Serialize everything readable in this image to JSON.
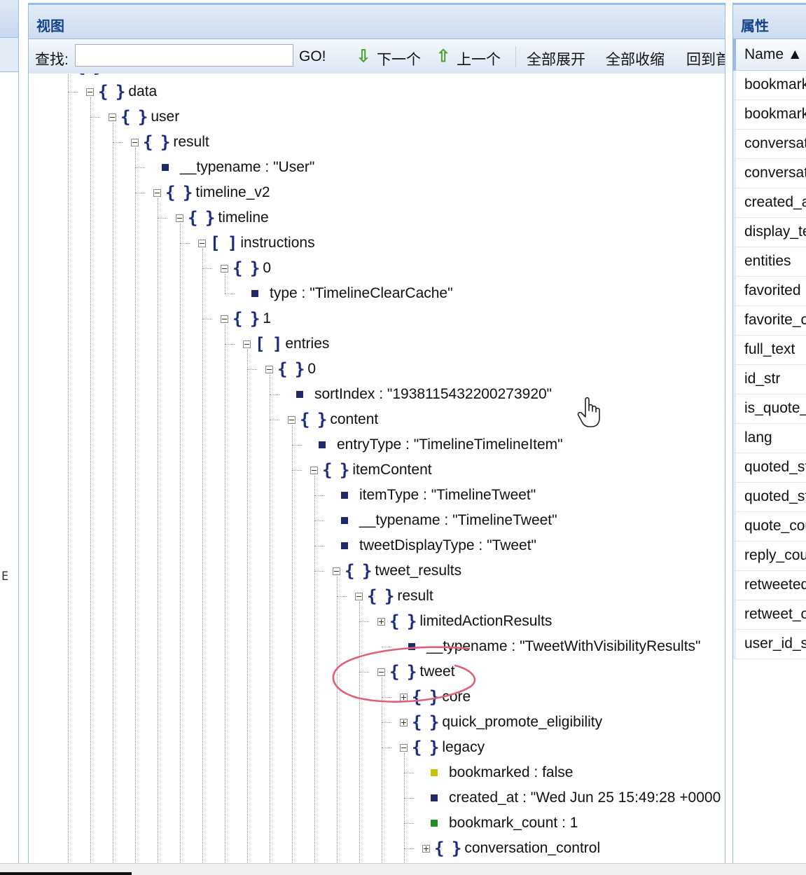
{
  "view_panel": {
    "title": "视图",
    "toolbar": {
      "find_label": "查找:",
      "find_value": "",
      "go_button": "GO!",
      "next_button": "下一个",
      "prev_button": "上一个",
      "expand_all": "全部展开",
      "collapse_all": "全部收缩",
      "back_to_top": "回到首"
    },
    "tree": [
      {
        "label": "data",
        "kind": "object",
        "state": "expanded",
        "level": 0,
        "partial": true
      },
      {
        "label": "data",
        "kind": "object",
        "state": "expanded",
        "level": 1
      },
      {
        "label": "user",
        "kind": "object",
        "state": "expanded",
        "level": 2
      },
      {
        "label": "result",
        "kind": "object",
        "state": "expanded",
        "level": 3
      },
      {
        "label": "__typename : \"User\"",
        "kind": "leaf",
        "level": 4
      },
      {
        "label": "timeline_v2",
        "kind": "object",
        "state": "expanded",
        "level": 4
      },
      {
        "label": "timeline",
        "kind": "object",
        "state": "expanded",
        "level": 5
      },
      {
        "label": "instructions",
        "kind": "array",
        "state": "expanded",
        "level": 6
      },
      {
        "label": "0",
        "kind": "object",
        "state": "expanded",
        "level": 7
      },
      {
        "label": "type : \"TimelineClearCache\"",
        "kind": "leaf",
        "level": 8
      },
      {
        "label": "1",
        "kind": "object",
        "state": "expanded",
        "level": 7
      },
      {
        "label": "entries",
        "kind": "array",
        "state": "expanded",
        "level": 8
      },
      {
        "label": "0",
        "kind": "object",
        "state": "expanded",
        "level": 9
      },
      {
        "label": "sortIndex : \"1938115432200273920\"",
        "kind": "leaf",
        "level": 10
      },
      {
        "label": "content",
        "kind": "object",
        "state": "expanded",
        "level": 10
      },
      {
        "label": "entryType : \"TimelineTimelineItem\"",
        "kind": "leaf",
        "level": 11
      },
      {
        "label": "itemContent",
        "kind": "object",
        "state": "expanded",
        "level": 11
      },
      {
        "label": "itemType : \"TimelineTweet\"",
        "kind": "leaf",
        "level": 12
      },
      {
        "label": "__typename : \"TimelineTweet\"",
        "kind": "leaf",
        "level": 12
      },
      {
        "label": "tweetDisplayType : \"Tweet\"",
        "kind": "leaf",
        "level": 12
      },
      {
        "label": "tweet_results",
        "kind": "object",
        "state": "expanded",
        "level": 12
      },
      {
        "label": "result",
        "kind": "object",
        "state": "expanded",
        "level": 13
      },
      {
        "label": "limitedActionResults",
        "kind": "object",
        "state": "collapsed",
        "level": 14
      },
      {
        "label": "__typename : \"TweetWithVisibilityResults\"",
        "kind": "leaf",
        "level": 15
      },
      {
        "label": "tweet",
        "kind": "object",
        "state": "expanded",
        "level": 14,
        "highlighted": true
      },
      {
        "label": "core",
        "kind": "object",
        "state": "collapsed",
        "level": 15
      },
      {
        "label": "quick_promote_eligibility",
        "kind": "object",
        "state": "collapsed",
        "level": 15
      },
      {
        "label": "legacy",
        "kind": "object",
        "state": "expanded",
        "level": 15
      },
      {
        "label": "bookmarked : false",
        "kind": "leaf",
        "color": "yellow",
        "level": 16
      },
      {
        "label": "created_at : \"Wed Jun 25 15:49:28 +0000",
        "kind": "leaf",
        "level": 16
      },
      {
        "label": "bookmark_count : 1",
        "kind": "leaf",
        "color": "green",
        "level": 16
      },
      {
        "label": "conversation_control",
        "kind": "object",
        "state": "collapsed",
        "level": 16
      }
    ]
  },
  "props_panel": {
    "title": "属性",
    "column_header": "Name ▲",
    "rows": [
      "bookmarked",
      "bookmark_count",
      "conversation_control",
      "conversation_id_str",
      "created_at",
      "display_text_range",
      "entities",
      "favorited",
      "favorite_count",
      "full_text",
      "id_str",
      "is_quote_status",
      "lang",
      "quoted_status_id_str",
      "quoted_status_permalink",
      "quote_count",
      "reply_count",
      "retweeted",
      "retweet_count",
      "user_id_str"
    ]
  },
  "left_stub": {
    "char": "E"
  },
  "icons": {
    "object": "curly-braces-icon",
    "array": "square-brackets-icon",
    "next": "arrow-down-icon",
    "prev": "arrow-up-icon"
  },
  "colors": {
    "panel_border": "#99bbe8",
    "title_text": "#15428b",
    "icon_blue": "#1a2a8a",
    "highlight_circle": "#e0607a"
  }
}
